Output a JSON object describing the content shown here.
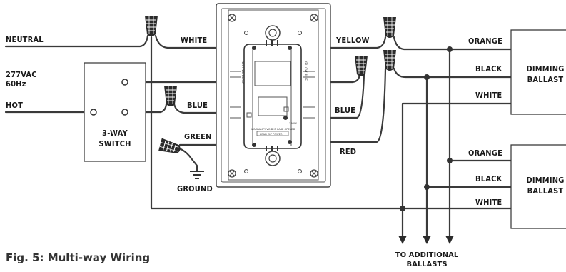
{
  "figure": {
    "caption": "Fig. 5: Multi-way Wiring"
  },
  "wires": {
    "neutral": "NEUTRAL",
    "supply": "277VAC\n60Hz",
    "supply_line1": "277VAC",
    "supply_line2": "60Hz",
    "hot": "HOT",
    "white": "WHITE",
    "yellow": "YELLOW",
    "orange_top": "ORANGE",
    "black_top": "BLACK",
    "white_top": "WHITE",
    "blue_left": "BLUE",
    "blue_right": "BLUE",
    "green": "GREEN",
    "red": "RED",
    "ground": "GROUND",
    "orange_bottom": "ORANGE",
    "black_bottom": "BLACK",
    "white_bottom": "WHITE"
  },
  "switch": {
    "line1": "3-WAY",
    "line2": "SWITCH"
  },
  "ballast_top": {
    "line1": "DIMMING",
    "line2": "BALLAST"
  },
  "ballast_bottom": {
    "line1": "DIMMING",
    "line2": "BALLAST"
  },
  "to_additional": {
    "line1": "TO ADDITIONAL",
    "line2": "BALLASTS"
  },
  "device_small_text": {
    "side_left": "NEUTRAL BLACK",
    "side_right": "YELLOW BLUE",
    "bottom_warning": "WARRANTY VOID IF CASE OPENED",
    "bottom_box": "LOAD ELT POWER",
    "small_mark": "3-WAY"
  }
}
